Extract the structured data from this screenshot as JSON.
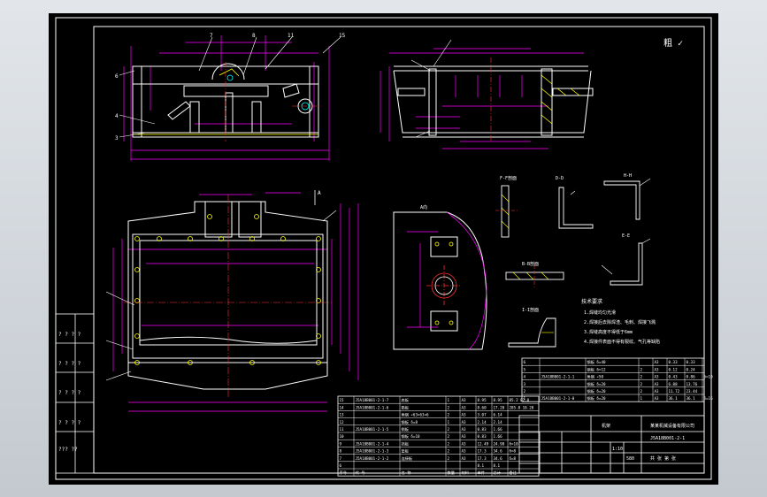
{
  "colors": {
    "background": "#000000",
    "frame": "#ffffff",
    "part": "#ffffff",
    "dimension": "#ff00ff",
    "centerline": "#ff3030",
    "accent": "#00ffff",
    "hatch": "#ffff00"
  },
  "corner_mark": "粗 ✓",
  "section_labels": {
    "ff": "F-F剖面",
    "dd": "D-D",
    "hh": "H-H",
    "ee": "E-E",
    "bb": "B-B剖面",
    "ii": "I-I剖面",
    "detail": "A向",
    "a_mark": "A"
  },
  "tech_notes": {
    "title": "技术要求",
    "lines": [
      "1.焊缝均匀光滑",
      "2.焊接后去除焊渣、毛刺、焊接飞溅",
      "3.焊缝高度不得低于6mm",
      "4.焊接件表面不得有裂纹、气孔等缺陷"
    ]
  },
  "left_block_labels": [
    "? ? ? ?",
    "? ? ? ?",
    "? ? ? ?",
    "? ? ? ?",
    "??? ??"
  ],
  "bom_rows": [
    [
      "15",
      "J5A18B001-2-1-7",
      "底板",
      "1",
      "A3",
      "8.95",
      "8.95",
      "85.2 82.0"
    ],
    [
      "14",
      "J5A18B001-2-1-6",
      "筋板",
      "2",
      "A3",
      "8.60",
      "17.20",
      "285.0 18.20"
    ],
    [
      "13",
      "",
      "角钢 ∠63×63×6",
      "2",
      "A3",
      "3.07",
      "6.14",
      ""
    ],
    [
      "12",
      "",
      "钢板 δ=8",
      "1",
      "A3",
      "2.14",
      "2.14",
      ""
    ],
    [
      "11",
      "J5A18B001-2-1-5",
      "侧板",
      "2",
      "A3",
      "0.83",
      "1.66",
      ""
    ],
    [
      "10",
      "",
      "钢板 δ=10",
      "2",
      "A3",
      "0.83",
      "1.66",
      ""
    ],
    [
      "9",
      "J5A18B001-2-1-4",
      "挡板",
      "2",
      "A3",
      "12.49",
      "24.98",
      "δ=10"
    ],
    [
      "8",
      "J5A18B001-2-1-3",
      "垫板",
      "2",
      "A3",
      "17.3",
      "34.6",
      "δ=8"
    ],
    [
      "7",
      "J5A18B001-2-1-2",
      "连接板",
      "2",
      "A3",
      "17.3",
      "34.6",
      "δ=8"
    ],
    [
      "6",
      "",
      "",
      "",
      "",
      "8.1",
      "8.1",
      ""
    ]
  ],
  "bom_header": [
    "序号",
    "代 号",
    "名 称",
    "数量",
    "材料",
    "单件",
    "总计",
    "备注"
  ],
  "bom_right_rows": [
    [
      "6",
      "",
      "钢板 δ=40",
      "",
      "A3",
      "0.33",
      "0.33",
      ""
    ],
    [
      "5",
      "",
      "钢板 δ=12",
      "2",
      "A3",
      "0.12",
      "0.24",
      ""
    ],
    [
      "4",
      "J5A18B001-2-1-1",
      "角钢 ∠50",
      "2",
      "A3",
      "0.43",
      "0.86",
      "δ=10"
    ],
    [
      "3",
      "",
      "钢板 δ=20",
      "2",
      "A3",
      "6.88",
      "13.76",
      ""
    ],
    [
      "2",
      "",
      "钢板 δ=20",
      "2",
      "A3",
      "11.72",
      "23.44",
      ""
    ],
    [
      "1",
      "J5A18B001-2-1-0",
      "钢板 δ=20",
      "1",
      "A3",
      "36.1",
      "36.1",
      "δ=16"
    ]
  ],
  "title_block": {
    "drawing_no": "J5A18B001-2-1",
    "name": "机架",
    "company": "某某机械设备有限公司",
    "scale": "1:10",
    "sheet": "共 张 第 张",
    "weight": "580"
  }
}
